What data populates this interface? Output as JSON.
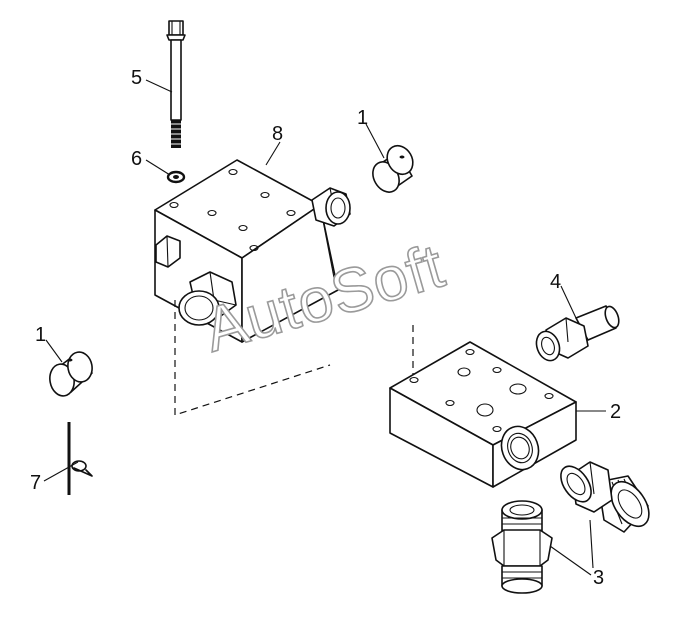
{
  "callouts": {
    "c1a": "1",
    "c1b": "1",
    "c2": "2",
    "c3": "3",
    "c4": "4",
    "c5": "5",
    "c6": "6",
    "c7": "7",
    "c8": "8"
  },
  "watermark": "AutoSoft"
}
